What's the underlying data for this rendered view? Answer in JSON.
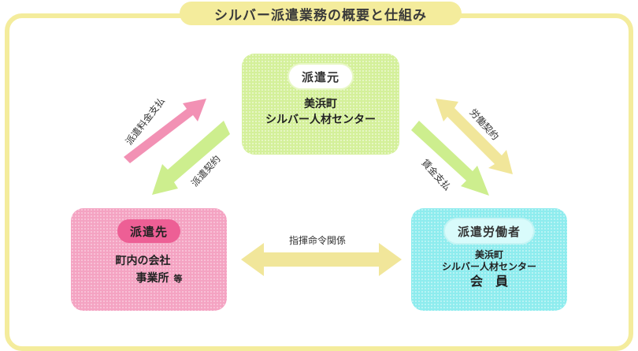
{
  "title": "シルバー派遣業務の概要と仕組み",
  "nodes": {
    "source": {
      "pill": "派遣元",
      "line1": "美浜町",
      "line2": "シルバー人材センター"
    },
    "destination": {
      "pill": "派遣先",
      "line1": "町内の会社",
      "line2": "事業所",
      "suffix": "等"
    },
    "worker": {
      "pill": "派遣労働者",
      "line1": "美浜町",
      "line2": "シルバー人材センター",
      "line3": "会員"
    }
  },
  "edges": {
    "fee_payment": "派遣料金支払",
    "dispatch_contract": "派遣契約",
    "labor_contract": "労働契約",
    "wage_payment": "賃金支払",
    "command_relation": "指揮命令関係"
  },
  "colors": {
    "frame": "#f4ec9c",
    "source_box": "#d4f09a",
    "destination_box": "#f4a3c2",
    "destination_pill": "#ed5f95",
    "worker_box": "#8eecee",
    "arrow_pink": "#f291b4",
    "arrow_green": "#cdee8e",
    "arrow_yellow": "#f1e69a"
  }
}
